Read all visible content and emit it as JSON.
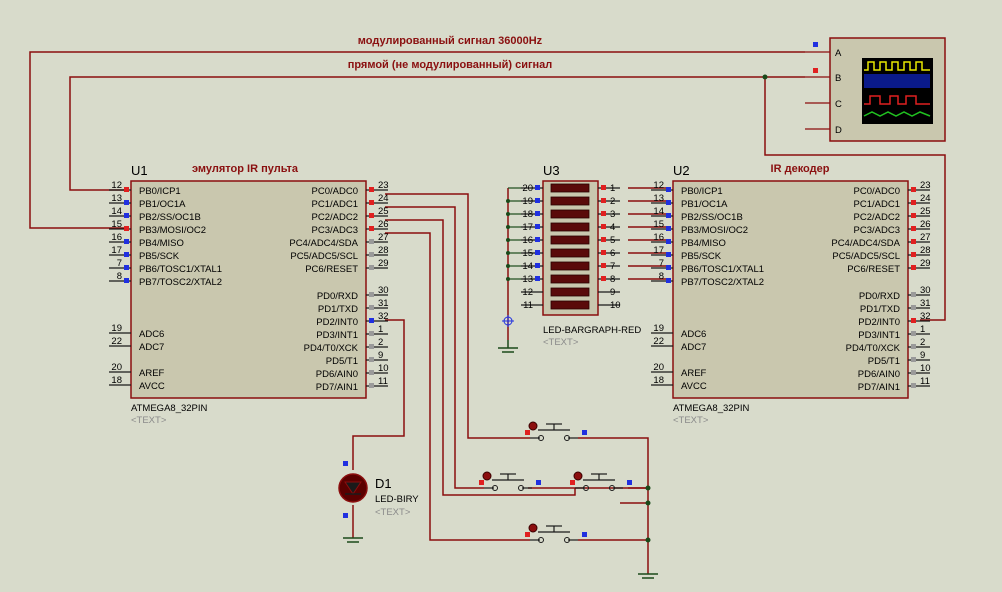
{
  "colors": {
    "wire": "#8b0e0e",
    "body": "#c9c7ae",
    "canvas": "#d8dbcb",
    "scope_screen": "#000000"
  },
  "nets": {
    "mod_label": "модулированный сигнал 36000Hz",
    "direct_label": "прямой (не модулированный) сигнал"
  },
  "oscilloscope": {
    "channels": [
      "A",
      "B",
      "C",
      "D"
    ]
  },
  "u1": {
    "ref": "U1",
    "title": "эмулятор IR пульта",
    "part": "ATMEGA8_32PIN",
    "text": "<TEXT>",
    "left": [
      {
        "num": "12",
        "name": "PB0/ICP1"
      },
      {
        "num": "13",
        "name": "PB1/OC1A"
      },
      {
        "num": "14",
        "name": "PB2/SS/OC1B"
      },
      {
        "num": "15",
        "name": "PB3/MOSI/OC2"
      },
      {
        "num": "16",
        "name": "PB4/MISO"
      },
      {
        "num": "17",
        "name": "PB5/SCK"
      },
      {
        "num": "7",
        "name": "PB6/TOSC1/XTAL1"
      },
      {
        "num": "8",
        "name": "PB7/TOSC2/XTAL2"
      }
    ],
    "left2": [
      {
        "num": "19",
        "name": "ADC6"
      },
      {
        "num": "22",
        "name": "ADC7"
      },
      {
        "num": "20",
        "name": "AREF"
      },
      {
        "num": "18",
        "name": "AVCC"
      }
    ],
    "right": [
      {
        "num": "23",
        "name": "PC0/ADC0"
      },
      {
        "num": "24",
        "name": "PC1/ADC1"
      },
      {
        "num": "25",
        "name": "PC2/ADC2"
      },
      {
        "num": "26",
        "name": "PC3/ADC3"
      },
      {
        "num": "27",
        "name": "PC4/ADC4/SDA"
      },
      {
        "num": "28",
        "name": "PC5/ADC5/SCL"
      },
      {
        "num": "29",
        "name": "PC6/RESET"
      }
    ],
    "right2": [
      {
        "num": "30",
        "name": "PD0/RXD"
      },
      {
        "num": "31",
        "name": "PD1/TXD"
      },
      {
        "num": "32",
        "name": "PD2/INT0"
      },
      {
        "num": "1",
        "name": "PD3/INT1"
      },
      {
        "num": "2",
        "name": "PD4/T0/XCK"
      },
      {
        "num": "9",
        "name": "PD5/T1"
      },
      {
        "num": "10",
        "name": "PD6/AIN0"
      },
      {
        "num": "11",
        "name": "PD7/AIN1"
      }
    ]
  },
  "u2": {
    "ref": "U2",
    "title": "IR декодер",
    "part": "ATMEGA8_32PIN",
    "text": "<TEXT>"
  },
  "u3": {
    "ref": "U3",
    "part": "LED-BARGRAPH-RED",
    "text": "<TEXT>",
    "left": [
      "20",
      "19",
      "18",
      "17",
      "16",
      "15",
      "14",
      "13",
      "12",
      "11"
    ],
    "right": [
      "1",
      "2",
      "3",
      "4",
      "5",
      "6",
      "7",
      "8",
      "9",
      "10"
    ]
  },
  "d1": {
    "ref": "D1",
    "part": "LED-BIRY",
    "text": "<TEXT>"
  }
}
